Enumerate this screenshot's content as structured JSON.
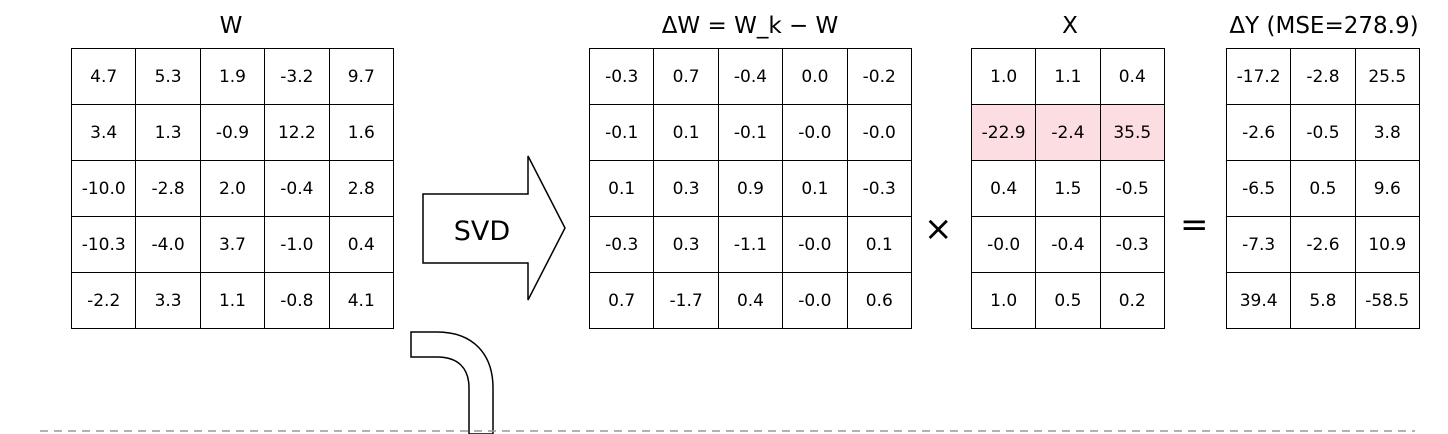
{
  "titles": {
    "w": "W",
    "delta_w": "ΔW = W_k − W",
    "x": "X",
    "delta_y": "ΔY (MSE=278.9)"
  },
  "arrow_label": "SVD",
  "operators": {
    "times": "×",
    "equals": "="
  },
  "matrices": {
    "w": [
      [
        "4.7",
        "5.3",
        "1.9",
        "-3.2",
        "9.7"
      ],
      [
        "3.4",
        "1.3",
        "-0.9",
        "12.2",
        "1.6"
      ],
      [
        "-10.0",
        "-2.8",
        "2.0",
        "-0.4",
        "2.8"
      ],
      [
        "-10.3",
        "-4.0",
        "3.7",
        "-1.0",
        "0.4"
      ],
      [
        "-2.2",
        "3.3",
        "1.1",
        "-0.8",
        "4.1"
      ]
    ],
    "delta_w": [
      [
        "-0.3",
        "0.7",
        "-0.4",
        "0.0",
        "-0.2"
      ],
      [
        "-0.1",
        "0.1",
        "-0.1",
        "-0.0",
        "-0.0"
      ],
      [
        "0.1",
        "0.3",
        "0.9",
        "0.1",
        "-0.3"
      ],
      [
        "-0.3",
        "0.3",
        "-1.1",
        "-0.0",
        "0.1"
      ],
      [
        "0.7",
        "-1.7",
        "0.4",
        "-0.0",
        "0.6"
      ]
    ],
    "x": [
      [
        "1.0",
        "1.1",
        "0.4"
      ],
      [
        "-22.9",
        "-2.4",
        "35.5"
      ],
      [
        "0.4",
        "1.5",
        "-0.5"
      ],
      [
        "-0.0",
        "-0.4",
        "-0.3"
      ],
      [
        "1.0",
        "0.5",
        "0.2"
      ]
    ],
    "delta_y": [
      [
        "-17.2",
        "-2.8",
        "25.5"
      ],
      [
        "-2.6",
        "-0.5",
        "3.8"
      ],
      [
        "-6.5",
        "0.5",
        "9.6"
      ],
      [
        "-7.3",
        "-2.6",
        "10.9"
      ],
      [
        "39.4",
        "5.8",
        "-58.5"
      ]
    ]
  },
  "highlight": {
    "matrix": "x",
    "row": 1,
    "color": "#fbdde2"
  }
}
